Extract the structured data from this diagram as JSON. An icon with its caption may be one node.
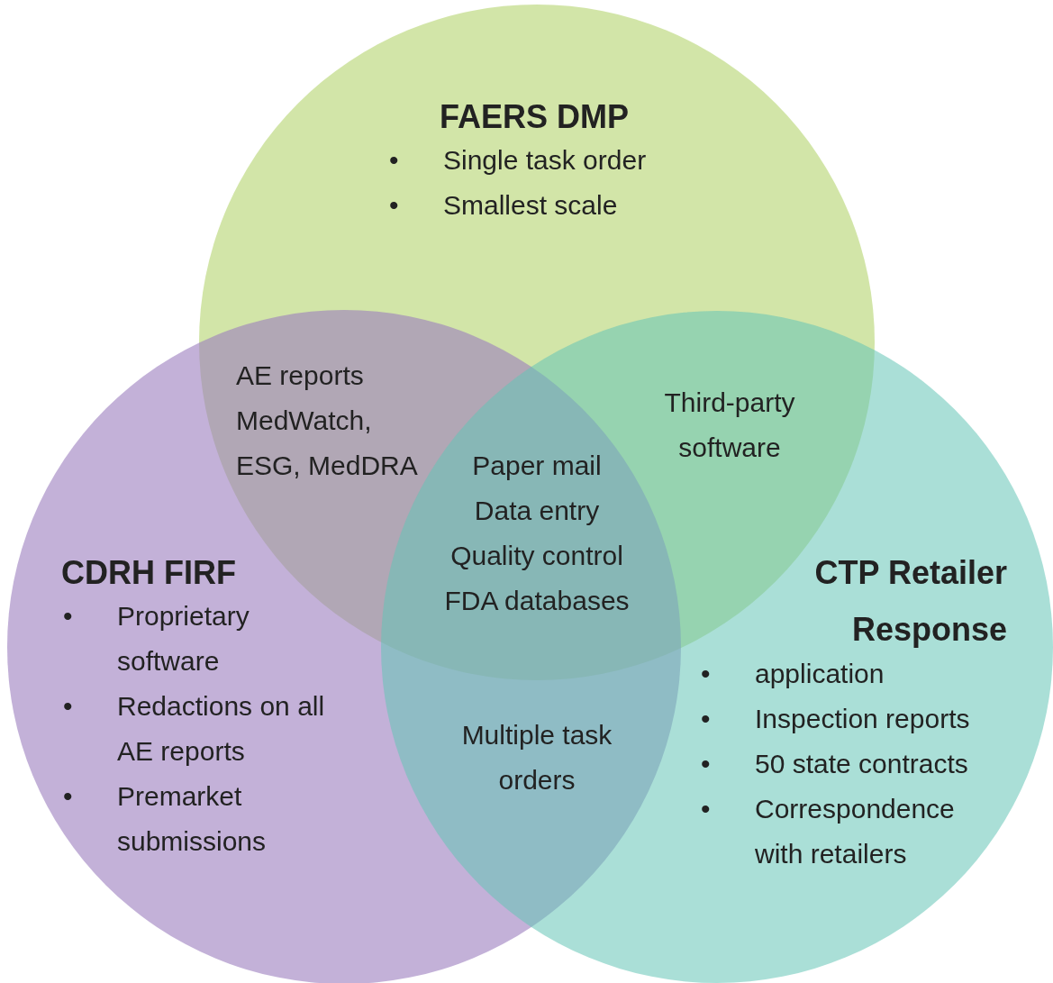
{
  "diagram": {
    "nodes": [
      {
        "text": [
          "FAERS DMP",
          "•",
          "Single task order",
          "•",
          "Smallest scale"
        ]
      },
      {
        "text": [
          "CDRH FIRF",
          "•",
          "Proprietary software",
          "•",
          "Redactions on all AE reports",
          "•",
          "Premarket submissions"
        ]
      },
      {
        "text": [
          "CTP Retailer Response",
          "•",
          "application",
          "•",
          "Inspection reports",
          "•",
          "50 state contracts",
          "•",
          "Correspondence with retailers"
        ]
      }
    ],
    "labels": [
      "AE reports",
      "MedWatch, ESG, MedDRA",
      "Third-party software",
      "Paper mail",
      "Data entry",
      "Quality control",
      "FDA databases",
      "Multiple task orders"
    ]
  }
}
